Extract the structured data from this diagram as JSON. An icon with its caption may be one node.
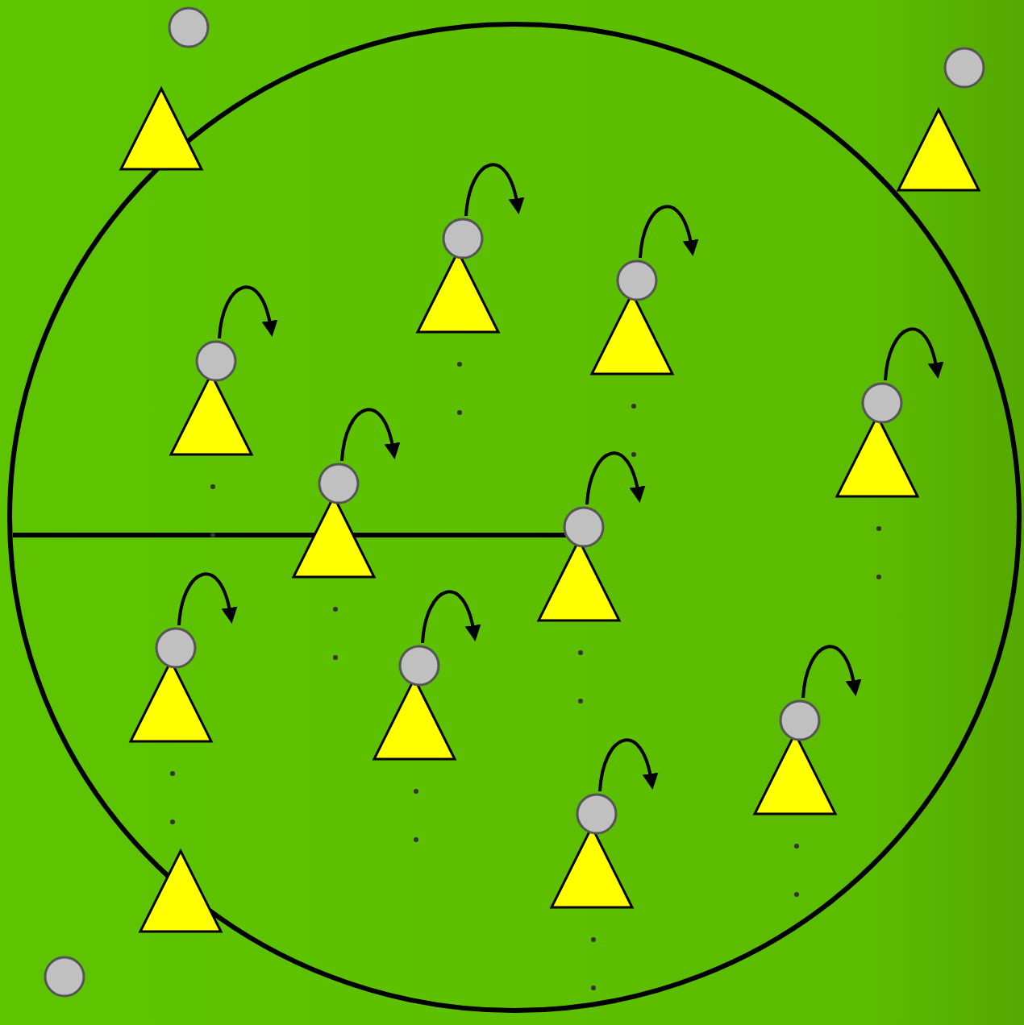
{
  "diagram": {
    "nodes": [
      {
        "text": [],
        "shape": "circle"
      },
      {
        "text": [],
        "shape": "circle"
      },
      {
        "text": [],
        "shape": "triangle"
      },
      {
        "text": [],
        "shape": "triangle"
      },
      {
        "text": [],
        "shape": "person"
      },
      {
        "text": [],
        "shape": "person"
      },
      {
        "text": [],
        "shape": "person"
      },
      {
        "text": [],
        "shape": "person"
      },
      {
        "text": [],
        "shape": "person"
      },
      {
        "text": [],
        "shape": "person"
      },
      {
        "text": [],
        "shape": "person"
      },
      {
        "text": [],
        "shape": "person"
      },
      {
        "text": [],
        "shape": "person"
      },
      {
        "text": [],
        "shape": "person"
      },
      {
        "text": [],
        "shape": "triangle"
      },
      {
        "text": [],
        "shape": "circle"
      }
    ]
  }
}
